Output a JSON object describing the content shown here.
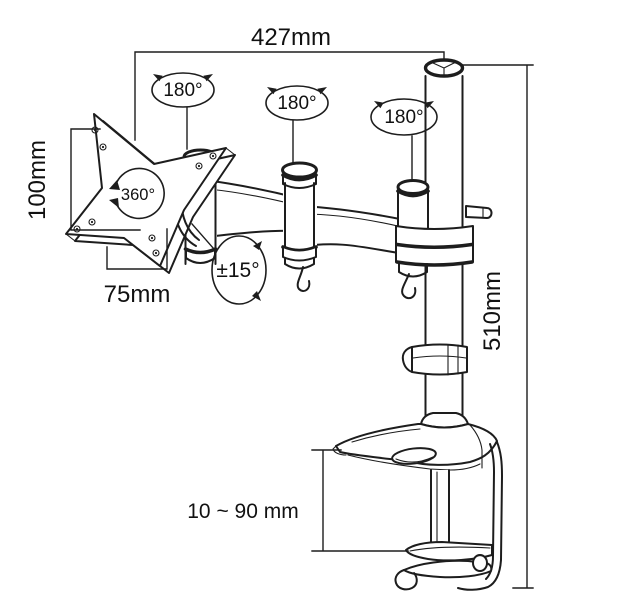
{
  "diagram": {
    "type": "technical-line-drawing",
    "subject": "desk-clamp monitor arm with VESA plate, articulated arm, pole and C-clamp",
    "colors": {
      "background": "#ffffff",
      "line": "#1d1d1d",
      "text": "#111111"
    },
    "dimensions": {
      "arm_reach": "427mm",
      "vesa_height": "100mm",
      "vesa_width": "75mm",
      "pole_height": "510mm",
      "clamp_thickness_range": "10 ~ 90 mm"
    },
    "rotations": {
      "joint1_swivel": "180°",
      "joint2_swivel": "180°",
      "joint3_swivel": "180°",
      "plate_rotation": "360°",
      "tilt_range": "±15°"
    }
  }
}
